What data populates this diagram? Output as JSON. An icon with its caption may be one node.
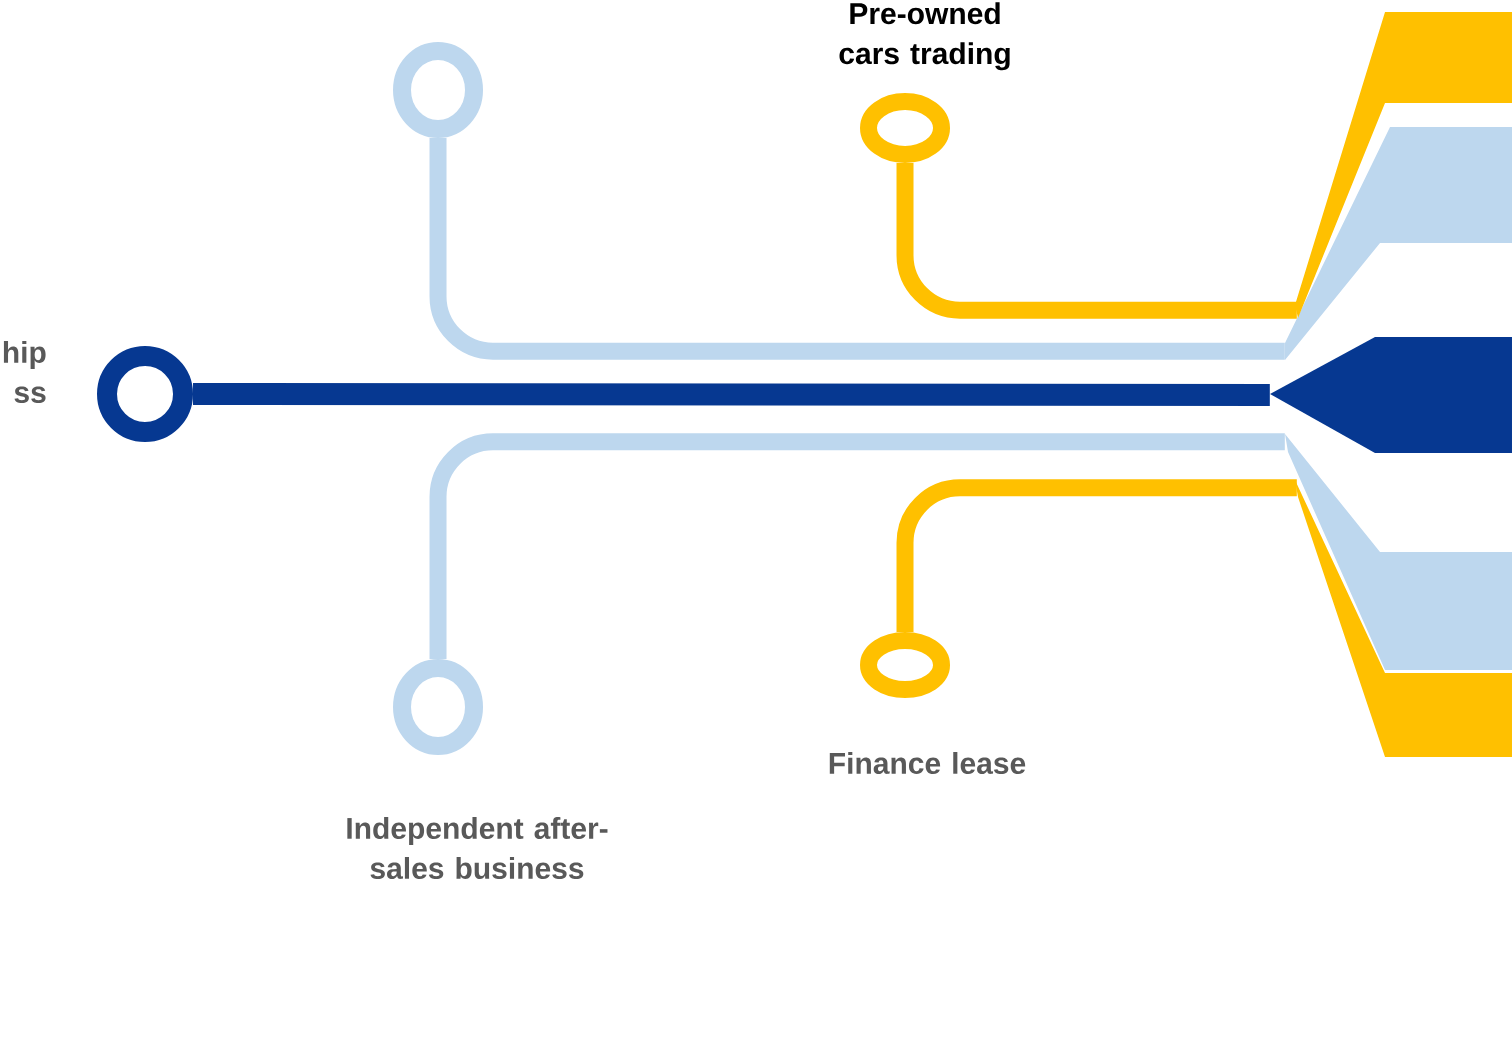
{
  "diagram": {
    "nodes": [
      {
        "text": [],
        "shape": "circle",
        "beside": [
          "hip ss"
        ]
      },
      {
        "text": [],
        "shape": "circle"
      },
      {
        "text": [],
        "shape": "circle",
        "beside": [
          "Pre-owned cars trading"
        ]
      },
      {
        "text": [],
        "shape": "circle",
        "beside": [
          "Independent after-sales business"
        ]
      },
      {
        "text": [],
        "shape": "circle",
        "beside": [
          "Finance lease"
        ]
      },
      {
        "text": [],
        "shape": "bar"
      },
      {
        "text": [],
        "shape": "bar"
      },
      {
        "text": [],
        "shape": "bar"
      },
      {
        "text": [],
        "shape": "bar"
      },
      {
        "text": [],
        "shape": "bar"
      }
    ],
    "edges": [
      {
        "from": 0,
        "to": 5,
        "arrow": "none",
        "color": "#063891"
      },
      {
        "from": 1,
        "to": 6,
        "arrow": "none",
        "color": "#bdd7ee"
      },
      {
        "from": 2,
        "to": 7,
        "arrow": "none",
        "color": "#ffc000"
      },
      {
        "from": 3,
        "to": 8,
        "arrow": "none",
        "color": "#bdd7ee"
      },
      {
        "from": 4,
        "to": 9,
        "arrow": "none",
        "color": "#ffc000"
      }
    ]
  }
}
